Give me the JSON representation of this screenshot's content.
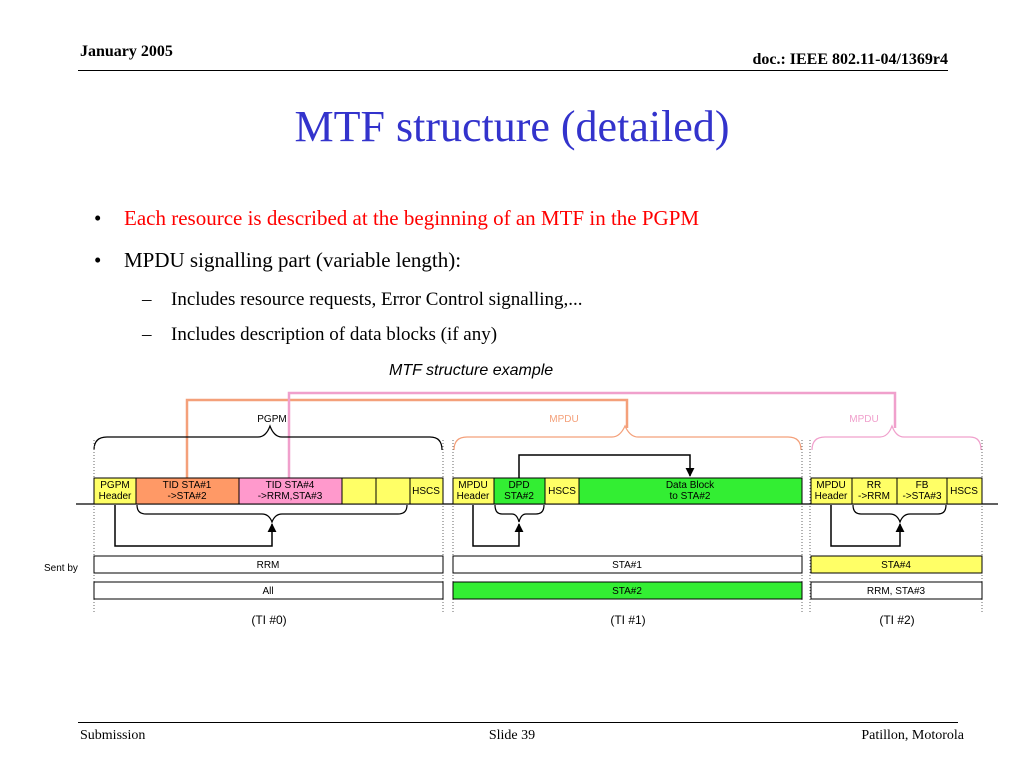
{
  "header": {
    "date": "January 2005",
    "doc": "doc.: IEEE 802.11-04/1369r4"
  },
  "title": "MTF structure (detailed)",
  "bullets": [
    {
      "marker": "•",
      "text": "Each resource is described at the beginning of an MTF in the PGPM",
      "color": "#ff0000"
    },
    {
      "marker": "•",
      "text": "MPDU signalling part (variable length):",
      "color": "#000000"
    }
  ],
  "sub_bullets": [
    {
      "marker": "–",
      "text": "Includes resource requests, Error Control signalling,..."
    },
    {
      "marker": "–",
      "text": "Includes description of data blocks (if any)"
    }
  ],
  "figure": {
    "caption": "MTF structure example",
    "group_labels": {
      "pgpm": "PGPM",
      "mpdu1": "MPDU",
      "mpdu2": "MPDU"
    },
    "cells": {
      "pgpm_header": "PGPM\nHeader",
      "tid1": "TID STA#1\n->STA#2",
      "tid4": "TID STA#4\n->RRM,STA#3",
      "blank1": "",
      "blank2": "",
      "hscs0": "HSCS",
      "mpdu_header1": "MPDU\nHeader",
      "dpd": "DPD\nSTA#2",
      "hscs1": "HSCS",
      "data_block": "Data Block\nto STA#2",
      "mpdu_header2": "MPDU\nHeader",
      "rr": "RR\n->RRM",
      "fb": "FB\n->STA#3",
      "hscs2": "HSCS"
    },
    "sent_by_label": "Sent by",
    "sent_by_rows": {
      "row1": [
        "RRM",
        "STA#1",
        "STA#4"
      ],
      "row2": [
        "All",
        "STA#2",
        "RRM, STA#3"
      ]
    },
    "ti_labels": [
      "(TI #0)",
      "(TI #1)",
      "(TI #2)"
    ],
    "colors": {
      "yellow": "#ffff66",
      "salmon": "#ff9966",
      "pink": "#ff99cc",
      "green": "#33ee33",
      "orange_link": "#f4a07a",
      "pink_link": "#f0a0cc"
    }
  },
  "footer": {
    "left": "Submission",
    "center": "Slide 39",
    "right": "Patillon, Motorola"
  }
}
